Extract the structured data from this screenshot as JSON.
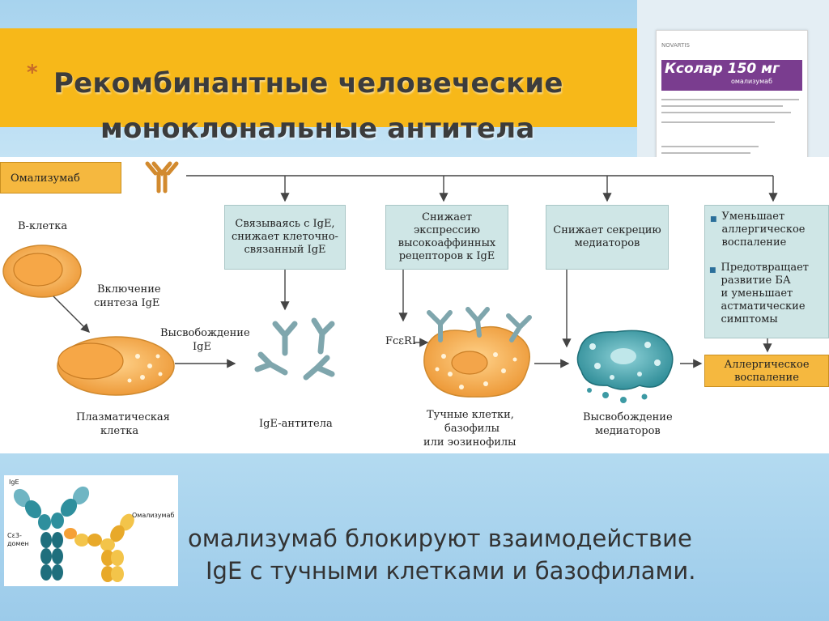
{
  "title": {
    "marker": "*",
    "line1": "Рекомбинантные человеческие",
    "line2": "моноклональные антитела"
  },
  "package": {
    "maker": "NOVARTIS",
    "brand": "Ксолар 150 мг",
    "inn": "омализумаб"
  },
  "diagram": {
    "drug_label": "Омализумаб",
    "cells": {
      "b_cell": "В-клетка",
      "synthesis": [
        "Включение",
        "синтеза IgE"
      ],
      "plasma": [
        "Плазматическая",
        "клетка"
      ],
      "release_ige": [
        "Высвобождение",
        "IgE"
      ],
      "ige_antibodies": "IgE-антитела",
      "receptor": "FcεRI",
      "mast": [
        "Тучные клетки,",
        "базофилы",
        "или эозинофилы"
      ],
      "mediators": [
        "Высвобождение",
        "медиаторов"
      ]
    },
    "effects": [
      {
        "lines": [
          "Связываясь с IgE,",
          "снижает клеточно-",
          "связанный IgE"
        ]
      },
      {
        "lines": [
          "Снижает",
          "экспрессию",
          "высокоаффинных",
          "рецепторов к IgE"
        ]
      },
      {
        "lines": [
          "Снижает секрецию",
          "медиаторов"
        ]
      }
    ],
    "outcomes": [
      {
        "lines": [
          "Уменьшает",
          "аллергическое",
          "воспаление"
        ]
      },
      {
        "lines": [
          "Предотвращает",
          "развитие БА",
          "и уменьшает",
          "астматические",
          "симптомы"
        ]
      }
    ],
    "final": [
      "Аллергическое",
      "воспаление"
    ]
  },
  "inset": {
    "ige": "IgE",
    "omalizumab": "Омализумаб",
    "domain": [
      "Сε3-",
      "домен"
    ]
  },
  "caption": {
    "line1": "омализумаб блокируют взаимодействие",
    "line2": "IgE с тучными клетками и базофилами."
  },
  "colors": {
    "banner": "#f7b819",
    "effect_box": "#cfe6e6",
    "orange_box": "#f5b83f",
    "cell_orange": "#f0a640",
    "mediator_teal": "#2f8f9a"
  }
}
